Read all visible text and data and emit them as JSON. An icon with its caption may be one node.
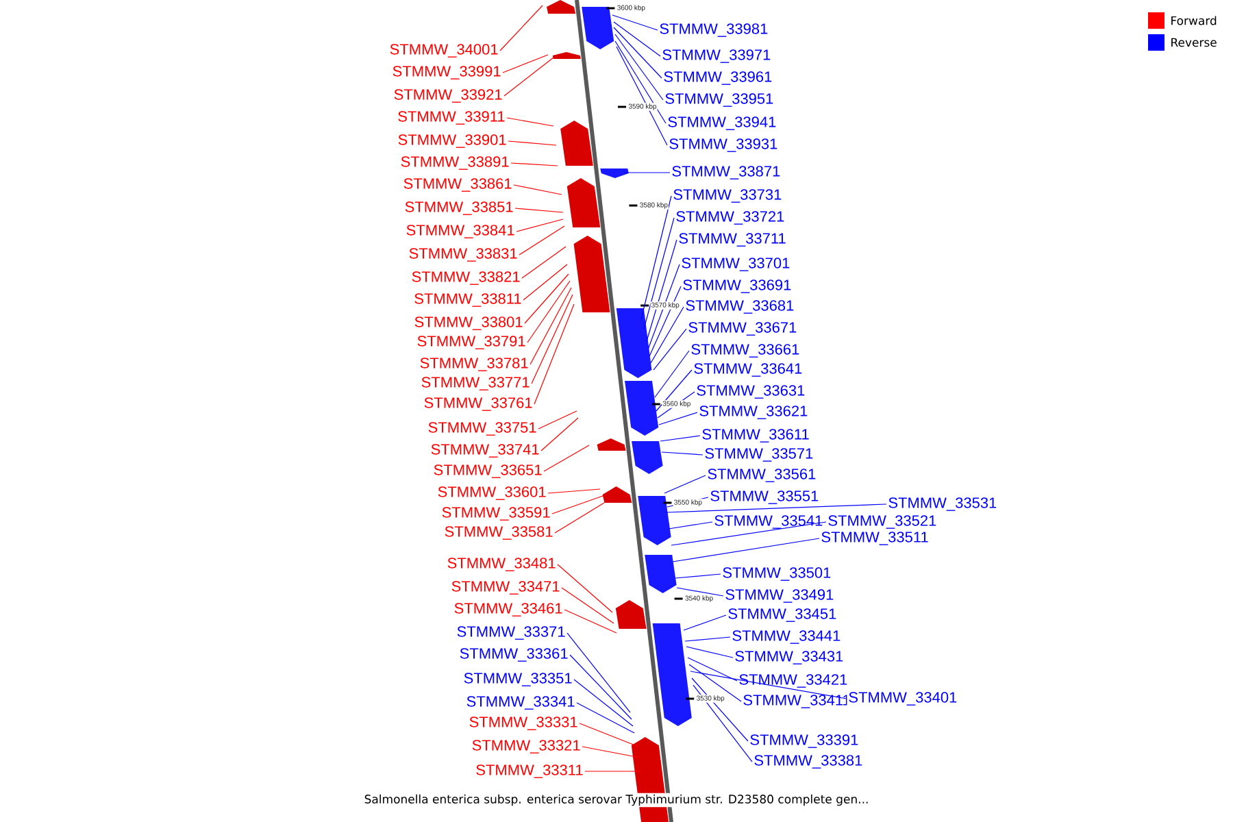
{
  "diagram": {
    "caption": "Salmonella enterica subsp. enterica serovar Typhimurium str. D23580 complete gen...",
    "nodes": [
      {
        "text": [
          "STMMW_34001"
        ]
      },
      {
        "text": [
          "STMMW_33991"
        ]
      },
      {
        "text": [
          "STMMW_33921"
        ]
      },
      {
        "text": [
          "STMMW_33911"
        ]
      },
      {
        "text": [
          "STMMW_33901"
        ]
      },
      {
        "text": [
          "STMMW_33891"
        ]
      },
      {
        "text": [
          "STMMW_33861"
        ]
      },
      {
        "text": [
          "STMMW_33851"
        ]
      },
      {
        "text": [
          "STMMW_33841"
        ]
      },
      {
        "text": [
          "STMMW_33831"
        ]
      },
      {
        "text": [
          "STMMW_33821"
        ]
      },
      {
        "text": [
          "STMMW_33811"
        ]
      },
      {
        "text": [
          "STMMW_33801"
        ]
      },
      {
        "text": [
          "STMMW_33791"
        ]
      },
      {
        "text": [
          "STMMW_33781"
        ]
      },
      {
        "text": [
          "STMMW_33771"
        ]
      },
      {
        "text": [
          "STMMW_33761"
        ]
      },
      {
        "text": [
          "STMMW_33751"
        ]
      },
      {
        "text": [
          "STMMW_33741"
        ]
      },
      {
        "text": [
          "STMMW_33651"
        ]
      },
      {
        "text": [
          "STMMW_33601"
        ]
      },
      {
        "text": [
          "STMMW_33591"
        ]
      },
      {
        "text": [
          "STMMW_33581"
        ]
      },
      {
        "text": [
          "STMMW_33481"
        ]
      },
      {
        "text": [
          "STMMW_33471"
        ]
      },
      {
        "text": [
          "STMMW_33461"
        ]
      },
      {
        "text": [
          "STMMW_33371"
        ]
      },
      {
        "text": [
          "STMMW_33361"
        ]
      },
      {
        "text": [
          "STMMW_33351"
        ]
      },
      {
        "text": [
          "STMMW_33341"
        ]
      },
      {
        "text": [
          "STMMW_33331"
        ]
      },
      {
        "text": [
          "STMMW_33321"
        ]
      },
      {
        "text": [
          "STMMW_33311"
        ]
      },
      {
        "text": [
          "STMMW_33981"
        ]
      },
      {
        "text": [
          "STMMW_33971"
        ]
      },
      {
        "text": [
          "STMMW_33961"
        ]
      },
      {
        "text": [
          "STMMW_33951"
        ]
      },
      {
        "text": [
          "STMMW_33941"
        ]
      },
      {
        "text": [
          "STMMW_33931"
        ]
      },
      {
        "text": [
          "STMMW_33871"
        ]
      },
      {
        "text": [
          "STMMW_33731"
        ]
      },
      {
        "text": [
          "STMMW_33721"
        ]
      },
      {
        "text": [
          "STMMW_33711"
        ]
      },
      {
        "text": [
          "STMMW_33701"
        ]
      },
      {
        "text": [
          "STMMW_33691"
        ]
      },
      {
        "text": [
          "STMMW_33681"
        ]
      },
      {
        "text": [
          "STMMW_33671"
        ]
      },
      {
        "text": [
          "STMMW_33661"
        ]
      },
      {
        "text": [
          "STMMW_33641"
        ]
      },
      {
        "text": [
          "STMMW_33631"
        ]
      },
      {
        "text": [
          "STMMW_33621"
        ]
      },
      {
        "text": [
          "STMMW_33611"
        ]
      },
      {
        "text": [
          "STMMW_33571"
        ]
      },
      {
        "text": [
          "STMMW_33561"
        ]
      },
      {
        "text": [
          "STMMW_33551"
        ]
      },
      {
        "text": [
          "STMMW_33541"
        ]
      },
      {
        "text": [
          "STMMW_33531"
        ]
      },
      {
        "text": [
          "STMMW_33521"
        ]
      },
      {
        "text": [
          "STMMW_33511"
        ]
      },
      {
        "text": [
          "STMMW_33501"
        ]
      },
      {
        "text": [
          "STMMW_33491"
        ]
      },
      {
        "text": [
          "STMMW_33451"
        ]
      },
      {
        "text": [
          "STMMW_33441"
        ]
      },
      {
        "text": [
          "STMMW_33431"
        ]
      },
      {
        "text": [
          "STMMW_33421"
        ]
      },
      {
        "text": [
          "STMMW_33411"
        ]
      },
      {
        "text": [
          "STMMW_33401"
        ]
      },
      {
        "text": [
          "STMMW_33391"
        ]
      },
      {
        "text": [
          "STMMW_33381"
        ]
      },
      {
        "text": [],
        "shape": "picture"
      }
    ],
    "edges": [
      {
        "from": 0,
        "to": 69,
        "arrow": "none",
        "color": "#ff0000"
      },
      {
        "from": 1,
        "to": 69,
        "arrow": "none",
        "color": "#ff0000"
      },
      {
        "from": 2,
        "to": 69,
        "arrow": "none",
        "color": "#ff0000"
      },
      {
        "from": 3,
        "to": 69,
        "arrow": "none",
        "color": "#ff0000"
      },
      {
        "from": 4,
        "to": 69,
        "arrow": "none",
        "color": "#ff0000"
      },
      {
        "from": 5,
        "to": 69,
        "arrow": "none",
        "color": "#ff0000"
      },
      {
        "from": 6,
        "to": 69,
        "arrow": "none",
        "color": "#ff0000"
      },
      {
        "from": 7,
        "to": 69,
        "arrow": "none",
        "color": "#ff0000"
      },
      {
        "from": 8,
        "to": 69,
        "arrow": "none",
        "color": "#ff0000"
      },
      {
        "from": 9,
        "to": 69,
        "arrow": "none",
        "color": "#ff0000"
      },
      {
        "from": 10,
        "to": 69,
        "arrow": "none",
        "color": "#ff0000"
      },
      {
        "from": 11,
        "to": 69,
        "arrow": "none",
        "color": "#ff0000"
      },
      {
        "from": 12,
        "to": 69,
        "arrow": "none",
        "color": "#ff0000"
      },
      {
        "from": 13,
        "to": 69,
        "arrow": "none",
        "color": "#ff0000"
      },
      {
        "from": 14,
        "to": 69,
        "arrow": "none",
        "color": "#ff0000"
      },
      {
        "from": 15,
        "to": 69,
        "arrow": "none",
        "color": "#ff0000"
      },
      {
        "from": 16,
        "to": 69,
        "arrow": "none",
        "color": "#ff0000"
      },
      {
        "from": 17,
        "to": 69,
        "arrow": "none",
        "color": "#ff0000"
      },
      {
        "from": 18,
        "to": 69,
        "arrow": "none",
        "color": "#ff0000"
      },
      {
        "from": 19,
        "to": 69,
        "arrow": "none",
        "color": "#ff0000"
      },
      {
        "from": 20,
        "to": 69,
        "arrow": "none",
        "color": "#ff0000"
      },
      {
        "from": 21,
        "to": 69,
        "arrow": "none",
        "color": "#ff0000"
      },
      {
        "from": 22,
        "to": 69,
        "arrow": "none",
        "color": "#ff0000"
      },
      {
        "from": 23,
        "to": 69,
        "arrow": "none",
        "color": "#ff0000"
      },
      {
        "from": 24,
        "to": 69,
        "arrow": "none",
        "color": "#ff0000"
      },
      {
        "from": 25,
        "to": 69,
        "arrow": "none",
        "color": "#ff0000"
      },
      {
        "from": 26,
        "to": 69,
        "arrow": "none",
        "color": "#0000ff"
      },
      {
        "from": 27,
        "to": 69,
        "arrow": "none",
        "color": "#0000ff"
      },
      {
        "from": 28,
        "to": 69,
        "arrow": "none",
        "color": "#0000ff"
      },
      {
        "from": 29,
        "to": 69,
        "arrow": "none",
        "color": "#0000ff"
      },
      {
        "from": 30,
        "to": 69,
        "arrow": "none",
        "color": "#ff0000"
      },
      {
        "from": 31,
        "to": 69,
        "arrow": "none",
        "color": "#ff0000"
      },
      {
        "from": 32,
        "to": 69,
        "arrow": "none",
        "color": "#ff0000"
      },
      {
        "from": 33,
        "to": 69,
        "arrow": "none",
        "color": "#0000ff"
      },
      {
        "from": 34,
        "to": 69,
        "arrow": "none",
        "color": "#0000ff"
      },
      {
        "from": 35,
        "to": 69,
        "arrow": "none",
        "color": "#0000ff"
      },
      {
        "from": 36,
        "to": 69,
        "arrow": "none",
        "color": "#0000ff"
      },
      {
        "from": 37,
        "to": 69,
        "arrow": "none",
        "color": "#0000ff"
      },
      {
        "from": 38,
        "to": 69,
        "arrow": "none",
        "color": "#0000ff"
      },
      {
        "from": 39,
        "to": 69,
        "arrow": "none",
        "color": "#0000ff"
      },
      {
        "from": 40,
        "to": 69,
        "arrow": "none",
        "color": "#0000ff"
      },
      {
        "from": 41,
        "to": 69,
        "arrow": "none",
        "color": "#0000ff"
      },
      {
        "from": 42,
        "to": 69,
        "arrow": "none",
        "color": "#0000ff"
      },
      {
        "from": 43,
        "to": 69,
        "arrow": "none",
        "color": "#0000ff"
      },
      {
        "from": 44,
        "to": 69,
        "arrow": "none",
        "color": "#0000ff"
      },
      {
        "from": 45,
        "to": 69,
        "arrow": "none",
        "color": "#0000ff"
      },
      {
        "from": 46,
        "to": 69,
        "arrow": "none",
        "color": "#0000ff"
      },
      {
        "from": 47,
        "to": 69,
        "arrow": "none",
        "color": "#0000ff"
      },
      {
        "from": 48,
        "to": 69,
        "arrow": "none",
        "color": "#0000ff"
      },
      {
        "from": 49,
        "to": 69,
        "arrow": "none",
        "color": "#0000ff"
      },
      {
        "from": 50,
        "to": 69,
        "arrow": "none",
        "color": "#0000ff"
      },
      {
        "from": 51,
        "to": 69,
        "arrow": "none",
        "color": "#0000ff"
      },
      {
        "from": 52,
        "to": 69,
        "arrow": "none",
        "color": "#0000ff"
      },
      {
        "from": 53,
        "to": 69,
        "arrow": "none",
        "color": "#0000ff"
      },
      {
        "from": 54,
        "to": 69,
        "arrow": "none",
        "color": "#0000ff"
      },
      {
        "from": 55,
        "to": 69,
        "arrow": "none",
        "color": "#0000ff"
      },
      {
        "from": 56,
        "to": 69,
        "arrow": "none",
        "color": "#0000ff"
      },
      {
        "from": 57,
        "to": 69,
        "arrow": "none",
        "color": "#0000ff"
      },
      {
        "from": 58,
        "to": 69,
        "arrow": "none",
        "color": "#0000ff"
      },
      {
        "from": 59,
        "to": 69,
        "arrow": "none",
        "color": "#0000ff"
      },
      {
        "from": 60,
        "to": 69,
        "arrow": "none",
        "color": "#0000ff"
      },
      {
        "from": 61,
        "to": 69,
        "arrow": "none",
        "color": "#0000ff"
      },
      {
        "from": 62,
        "to": 69,
        "arrow": "none",
        "color": "#0000ff"
      },
      {
        "from": 63,
        "to": 69,
        "arrow": "none",
        "color": "#0000ff"
      },
      {
        "from": 64,
        "to": 69,
        "arrow": "none",
        "color": "#0000ff"
      },
      {
        "from": 65,
        "to": 69,
        "arrow": "none",
        "color": "#0000ff"
      },
      {
        "from": 66,
        "to": 69,
        "arrow": "none",
        "color": "#0000ff"
      },
      {
        "from": 67,
        "to": 69,
        "arrow": "none",
        "color": "#0000ff"
      },
      {
        "from": 68,
        "to": 69,
        "arrow": "none",
        "color": "#0000ff"
      }
    ],
    "labels": [
      "3600 kbp",
      "3590 kbp",
      "3580 kbp",
      "3570 kbp",
      "3560 kbp",
      "3550 kbp",
      "3540 kbp",
      "3530 kbp"
    ],
    "legend": [
      {
        "text": "Forward",
        "color": "#ff0000"
      },
      {
        "text": "Reverse",
        "color": "#0000ff"
      }
    ]
  }
}
